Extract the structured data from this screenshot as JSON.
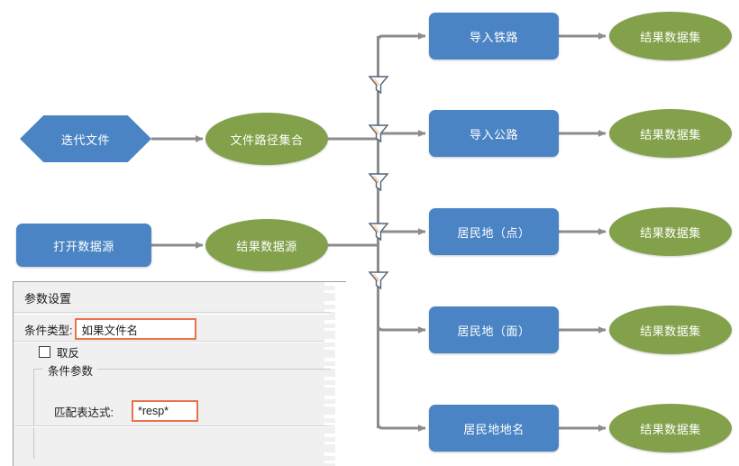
{
  "diagram": {
    "type": "flowchart",
    "title": "",
    "colors": {
      "process_blue": "#4a84c4",
      "dataset_green": "#82a14a",
      "connector_gray": "#8c8c8c",
      "highlight_orange": "#e8734a"
    },
    "sources": [
      {
        "id": "iterate-files",
        "label": "迭代文件",
        "shape": "hexagon"
      },
      {
        "id": "open-datasource",
        "label": "打开数据源",
        "shape": "rounded-rect"
      }
    ],
    "collections": [
      {
        "id": "file-path-set",
        "label": "文件路径集合",
        "shape": "ellipse"
      },
      {
        "id": "result-datasource",
        "label": "结果数据源",
        "shape": "ellipse"
      }
    ],
    "branches": [
      {
        "id": "import-railway",
        "label": "导入铁路",
        "result": "结果数据集"
      },
      {
        "id": "import-highway",
        "label": "导入公路",
        "result": "结果数据集"
      },
      {
        "id": "residential-point",
        "label": "居民地（点）",
        "result": "结果数据集"
      },
      {
        "id": "residential-area",
        "label": "居民地（面）",
        "result": "结果数据集"
      },
      {
        "id": "residential-name",
        "label": "居民地地名",
        "result": "结果数据集"
      }
    ],
    "filter_markers": {
      "icon": "funnel-icon",
      "count": 5
    }
  },
  "param_panel": {
    "title": "参数设置",
    "condition_type": {
      "label": "条件类型:",
      "value": "如果文件名"
    },
    "negate": {
      "label": "取反",
      "checked": false
    },
    "group": {
      "legend": "条件参数",
      "match_expression": {
        "label": "匹配表达式:",
        "value": "*resp*"
      }
    }
  }
}
